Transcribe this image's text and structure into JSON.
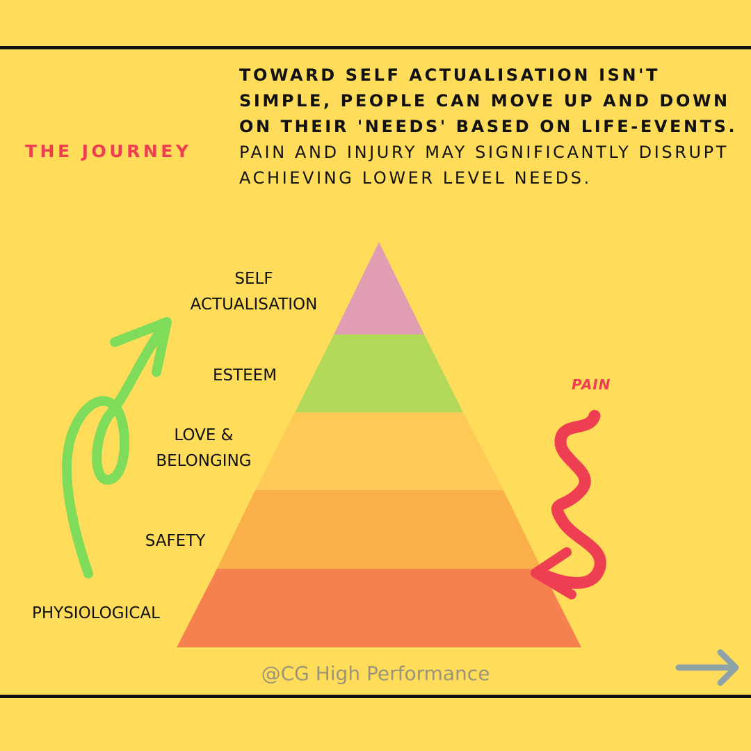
{
  "header": {
    "title": "THE JOURNEY",
    "intro_bold": "TOWARD SELF ACTUALISATION ISN'T SIMPLE, PEOPLE CAN MOVE UP AND DOWN ON THEIR 'NEEDS' BASED ON LIFE-EVENTS.",
    "intro_regular": "PAIN AND INJURY MAY SIGNIFICANTLY DISRUPT ACHIEVING LOWER LEVEL NEEDS."
  },
  "pyramid": {
    "levels": [
      {
        "label_line1": "SELF",
        "label_line2": "ACTUALISATION",
        "color": "#E19DB1"
      },
      {
        "label_line1": "ESTEEM",
        "label_line2": "",
        "color": "#B3D95A"
      },
      {
        "label_line1": "LOVE &",
        "label_line2": "BELONGING",
        "color": "#FEC955"
      },
      {
        "label_line1": "SAFETY",
        "label_line2": "",
        "color": "#F9AF4A"
      },
      {
        "label_line1": "PHYSIOLOGICAL",
        "label_line2": "",
        "color": "#F5814F"
      }
    ]
  },
  "annotations": {
    "pain_label": "PAIN",
    "up_arrow_color": "#7FDB5A",
    "pain_arrow_color": "#EE3E52"
  },
  "footer": {
    "credit": "@CG High Performance",
    "next_icon": "right-arrow-icon",
    "next_color": "#8EA3A8"
  },
  "colors": {
    "background": "#FFDC5A",
    "accent": "#EE3E52",
    "text": "#111111"
  }
}
